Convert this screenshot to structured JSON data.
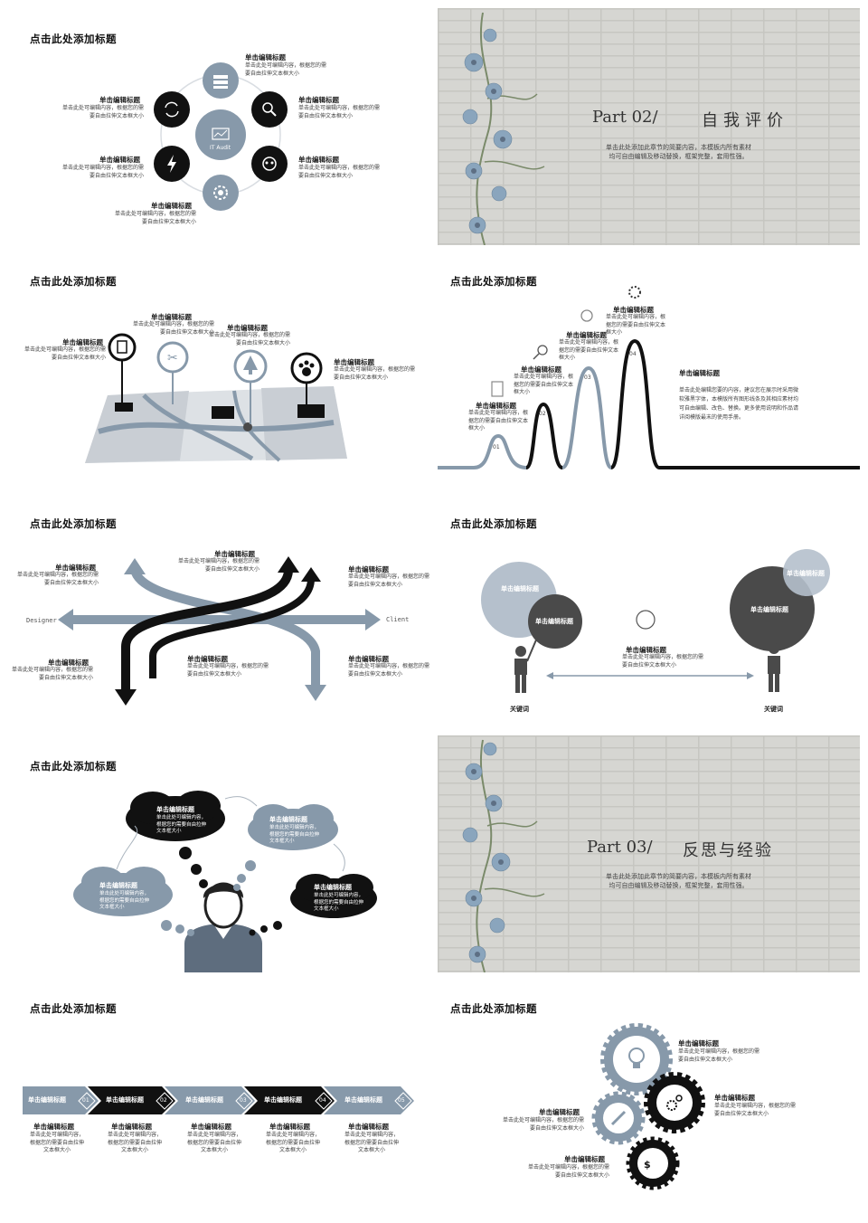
{
  "slide_title": "点击此处添加标题",
  "heading": "单击编辑标题",
  "body_short": "单击此处可编辑内容，根据您的需\n要自由拉伸文本框大小",
  "slide1": {
    "center_label": "IT Audit",
    "body_r1": "单击此处可编辑内容，根据您的需\n要自由拉伸文本框大小"
  },
  "part02": {
    "number": "Part 02/",
    "title": "自我评价",
    "desc": "单击此处添加此章节的简要内容，本模板内所有素材\n均可自由编辑及移动替换，框架完整，套用性强。"
  },
  "part03": {
    "number": "Part 03/",
    "title": "反思与经验",
    "desc": "单击此处添加此章节的简要内容，本模板内所有素材\n均可自由编辑及移动替换，框架完整，套用性强。"
  },
  "slide4": {
    "step_text": "单击此处可编辑内容，根\n据您的需要自由拉伸文本\n框大小",
    "steps": [
      "01",
      "02",
      "03",
      "04"
    ],
    "side_text": "单击此处编辑您要的内容，建议您在展示时采用微\n软雅黑字体，本模版所有图形线条及其相应素材均\n可自由编辑、改色、替换。更多使用说明和作品请\n详阅模版最末的使用手册。"
  },
  "slide5": {
    "left_label": "Designer",
    "right_label": "Client"
  },
  "slide6": {
    "keyword": "关键词"
  },
  "slide7": {
    "cloud_text": "单击此处可编辑内容，\n根据您的需要自由拉伸\n文本框大小"
  },
  "slide8": {
    "tabs": [
      {
        "label": "单击编辑标题",
        "num": "01"
      },
      {
        "label": "单击编辑标题",
        "num": "02"
      },
      {
        "label": "单击编辑标题",
        "num": "03"
      },
      {
        "label": "单击编辑标题",
        "num": "04"
      },
      {
        "label": "单击编辑标题",
        "num": "05"
      }
    ],
    "col_text": "单击此处可编辑内容，\n根据您的需要自由拉伸\n文本框大小"
  },
  "colors": {
    "accent": "#8799aa",
    "dark": "#111111",
    "brick": "#d6d6d2",
    "grey": "#4a4a4a"
  }
}
